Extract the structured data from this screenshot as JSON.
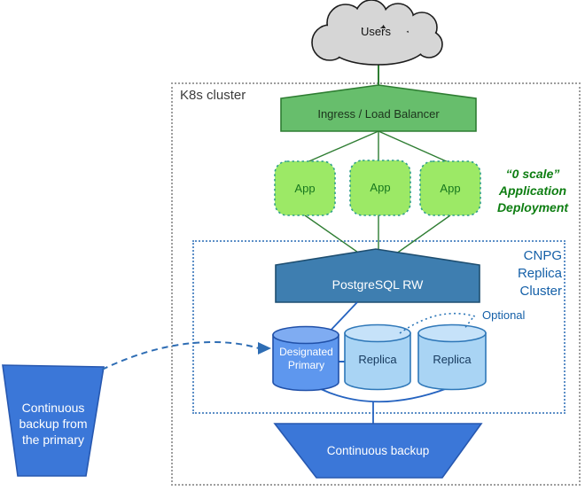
{
  "diagram": {
    "users": {
      "label": "Users"
    },
    "k8s_cluster": {
      "label": "K8s cluster"
    },
    "ingress": {
      "label": "Ingress / Load Balancer"
    },
    "apps": [
      {
        "label": "App"
      },
      {
        "label": "App"
      },
      {
        "label": "App"
      }
    ],
    "zero_scale_note": {
      "lines": [
        "“0 scale”",
        "Application",
        "Deployment"
      ]
    },
    "cnpg_replica_cluster": {
      "lines": [
        "CNPG",
        "Replica",
        "Cluster"
      ]
    },
    "postgresql_rw": {
      "label": "PostgreSQL RW"
    },
    "designated_primary": {
      "lines": [
        "Designated",
        "Primary"
      ]
    },
    "replicas": [
      {
        "label": "Replica"
      },
      {
        "label": "Replica"
      }
    ],
    "optional": {
      "label": "Optional"
    },
    "continuous_backup": {
      "label": "Continuous backup"
    },
    "backup_source": {
      "lines": [
        "Continuous",
        "backup from",
        "the primary"
      ]
    },
    "colors": {
      "cloud_fill": "#D6D6D6",
      "green_fill": "#67BE6C",
      "green_border": "#2E7D32",
      "app_fill": "#9CE966",
      "app_border": "#2FA08C",
      "note_green": "#0E7E12",
      "rw_fill": "#3E7EB0",
      "rw_border": "#1E4E70",
      "primary_fill": "#5E97EE",
      "primary_border": "#2050A8",
      "replica_fill": "#A9D4F4",
      "replica_border": "#2E77B8",
      "backup_fill": "#3B77D8",
      "backup_border": "#2758B0",
      "blue_text": "#1560A8",
      "connector_blue": "#2E6DB4",
      "k8s_border": "#9E9E9E",
      "cnpg_border": "#5D8FC7"
    }
  }
}
